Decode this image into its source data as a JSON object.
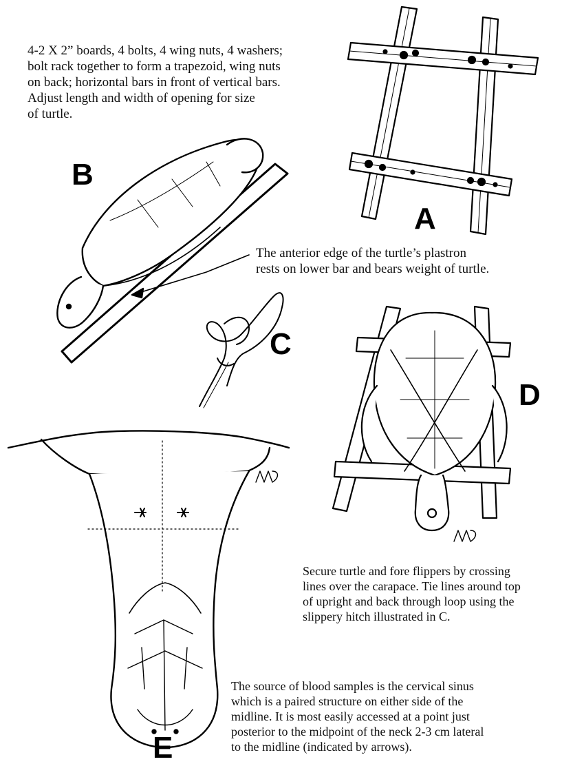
{
  "captions": {
    "rack": "4-2 X 2” boards, 4 bolts, 4 wing nuts, 4 washers;\nbolt rack together to form a trapezoid, wing nuts\non back; horizontal bars in front of vertical bars.\nAdjust length and width of opening for size\nof turtle.",
    "plastron": "The anterior edge of the turtle’s plastron\nrests on lower bar and bears weight of turtle.",
    "secure": "Secure turtle and fore flippers by crossing\nlines over the carapace. Tie lines around top\nof upright and back through loop using the\nslippery hitch illustrated in C.",
    "blood": "The source of blood samples is the cervical sinus\nwhich is a paired structure on either side of the\nmidline.  It is most easily accessed at a point just\nposterior to the midpoint of the neck 2-3 cm lateral\nto the midline (indicated by arrows)."
  },
  "panels": {
    "a": "A",
    "b": "B",
    "c": "C",
    "d": "D",
    "e": "E"
  },
  "colors": {
    "ink": "#000000",
    "paper": "#ffffff"
  }
}
